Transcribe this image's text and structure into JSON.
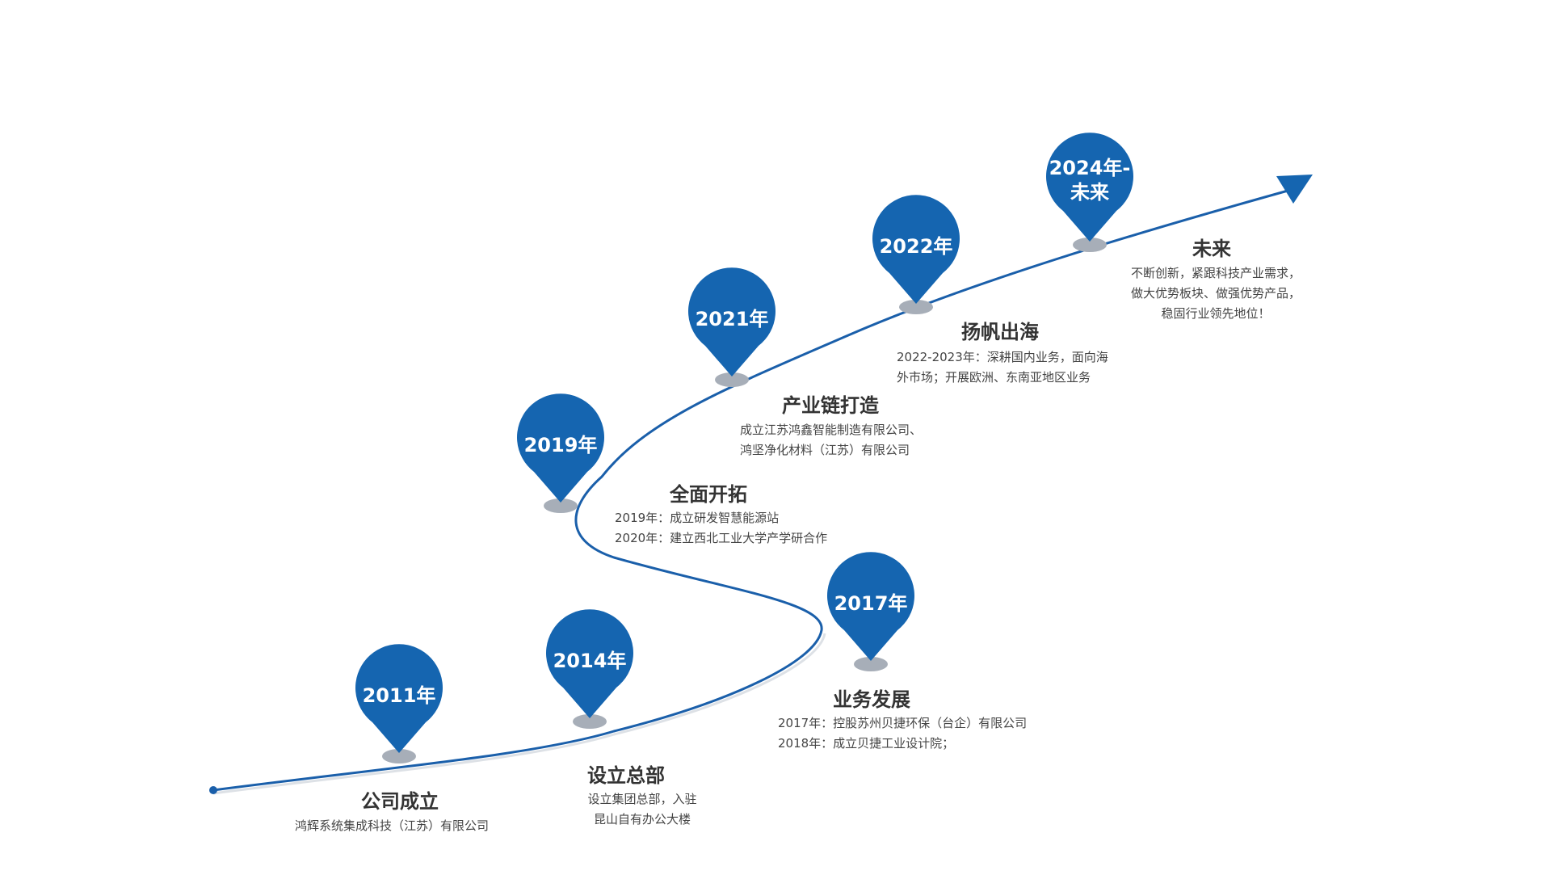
{
  "colors": {
    "pin": "#1565B0",
    "pin_shadow": "#A7AEB8",
    "path": "#1A5FAA",
    "title_text": "#333333",
    "desc_text": "#444444"
  },
  "milestones": [
    {
      "year_lines": [
        "2011年"
      ],
      "title": "公司成立",
      "desc_lines": [
        "鸿辉系统集成科技（江苏）有限公司"
      ]
    },
    {
      "year_lines": [
        "2014年"
      ],
      "title": "设立总部",
      "desc_lines": [
        "设立集团总部，入驻",
        "昆山自有办公大楼"
      ]
    },
    {
      "year_lines": [
        "2017年"
      ],
      "title": "业务发展",
      "desc_lines": [
        "2017年：控股苏州贝捷环保（台企）有限公司",
        "2018年：成立贝捷工业设计院；"
      ]
    },
    {
      "year_lines": [
        "2019年"
      ],
      "title": "全面开拓",
      "desc_lines": [
        "2019年：成立研发智慧能源站",
        "2020年：建立西北工业大学产学研合作"
      ]
    },
    {
      "year_lines": [
        "2021年"
      ],
      "title": "产业链打造",
      "desc_lines": [
        "成立江苏鸿鑫智能制造有限公司、",
        "鸿坚净化材料（江苏）有限公司"
      ]
    },
    {
      "year_lines": [
        "2022年"
      ],
      "title": "扬帆出海",
      "desc_lines": [
        "2022-2023年：深耕国内业务，面向海",
        "外市场；开展欧洲、东南亚地区业务"
      ]
    },
    {
      "year_lines": [
        "2024年-",
        "未来"
      ],
      "title": "未来",
      "desc_lines": [
        "不断创新，紧跟科技产业需求，",
        "做大优势板块、做强优势产品，",
        "稳固行业领先地位！"
      ]
    }
  ]
}
